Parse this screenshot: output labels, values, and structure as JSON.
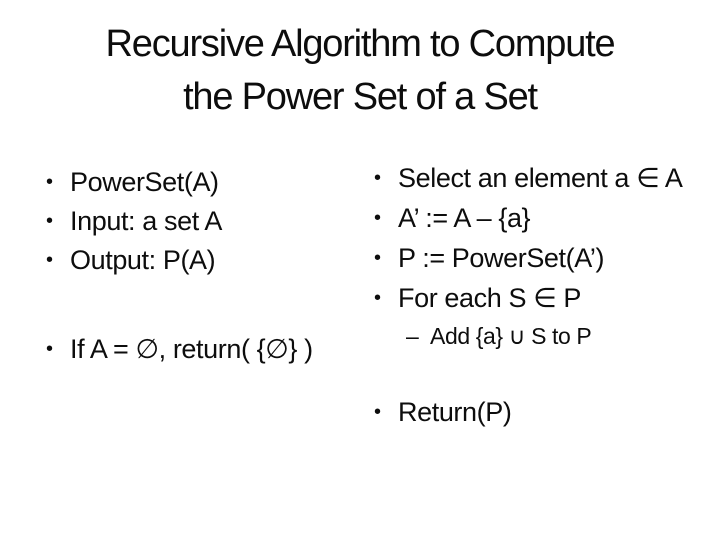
{
  "slide": {
    "title": {
      "line1": "Recursive Algorithm to Compute",
      "line2": "the Power Set of a Set"
    },
    "bullet_char": "•",
    "left_column": {
      "bullets": [
        "PowerSet(A)",
        "Input: a set A",
        "Output: P(A)"
      ],
      "if_line": "If A = ∅, return( {∅} )"
    },
    "right_column": {
      "bullets": [
        "Select an element a ∈ A",
        "A’ := A – {a}",
        "P := PowerSet(A’)",
        "For each S ∈ P"
      ],
      "sub_dash": "–",
      "sub_bullet": "Add {a} ∪ S to P",
      "return_line": "Return(P)"
    },
    "colors": {
      "background": "#ffffff",
      "text": "#0d0d0d"
    }
  }
}
